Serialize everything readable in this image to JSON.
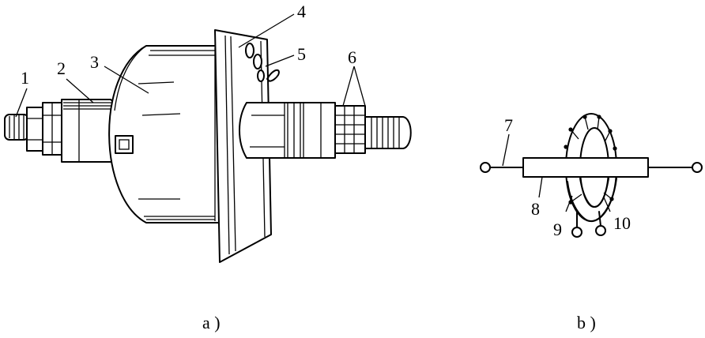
{
  "figure_a": {
    "caption": "a )",
    "labels": [
      "1",
      "2",
      "3",
      "4",
      "5",
      "6"
    ]
  },
  "figure_b": {
    "caption": "b )",
    "labels": [
      "7",
      "8",
      "9",
      "10"
    ]
  },
  "colors": {
    "ink": "#000000",
    "paper": "#ffffff"
  }
}
